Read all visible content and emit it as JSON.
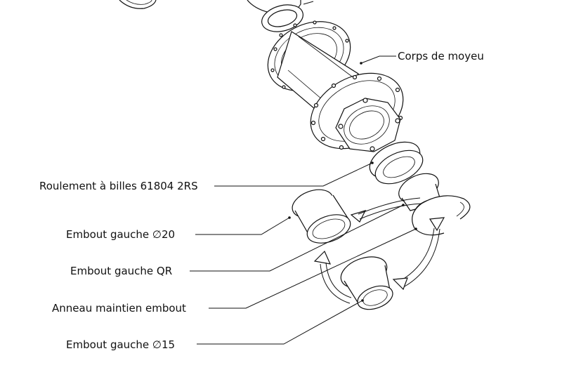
{
  "labels": {
    "corps": "Corps de moyeu",
    "roulement": "Roulement à billes 61804 2RS",
    "embout20": "Embout gauche ∅20",
    "embout_qr": "Embout gauche QR",
    "anneau": "Anneau maintien embout",
    "embout15": "Embout gauche ∅15"
  }
}
